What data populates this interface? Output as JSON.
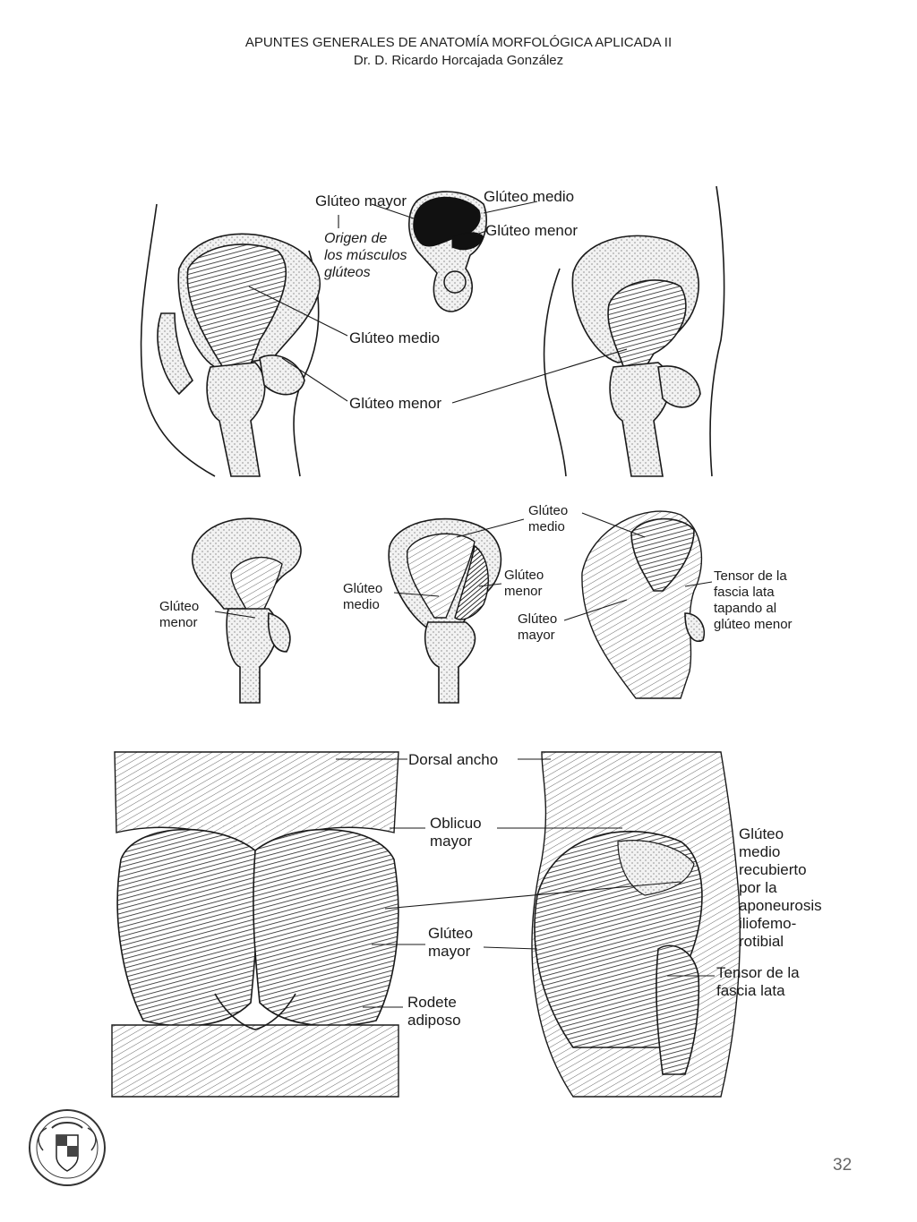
{
  "header": {
    "title": "APUNTES GENERALES DE ANATOMÍA MORFOLÓGICA APLICADA II",
    "author": "Dr. D. Ricardo Horcajada González"
  },
  "figure_top": {
    "gluteo_mayor": "Glúteo mayor",
    "origen_1": "Origen de",
    "origen_2": "los músculos",
    "origen_3": "glúteos",
    "gluteo_medio_inset": "Glúteo medio",
    "gluteo_menor_inset": "Glúteo menor",
    "gluteo_medio": "Glúteo medio",
    "gluteo_menor": "Glúteo menor"
  },
  "figure_middle": {
    "gluteo_menor_1": "Glúteo",
    "gluteo_menor_2": "menor",
    "gluteo_medio_left_1": "Glúteo",
    "gluteo_medio_left_2": "medio",
    "gluteo_medio_top_1": "Glúteo",
    "gluteo_medio_top_2": "medio",
    "gluteo_menor_mid_1": "Glúteo",
    "gluteo_menor_mid_2": "menor",
    "gluteo_mayor_1": "Glúteo",
    "gluteo_mayor_2": "mayor",
    "tensor_1": "Tensor de la",
    "tensor_2": "fascia lata",
    "tensor_3": "tapando al",
    "tensor_4": "glúteo menor"
  },
  "figure_bottom": {
    "dorsal_ancho": "Dorsal ancho",
    "oblicuo_1": "Oblicuo",
    "oblicuo_2": "mayor",
    "gluteo_mayor_1": "Glúteo",
    "gluteo_mayor_2": "mayor",
    "rodete_1": "Rodete",
    "rodete_2": "adiposo",
    "gm_rec_1": "Glúteo",
    "gm_rec_2": "medio",
    "gm_rec_3": "recubierto",
    "gm_rec_4": "por la",
    "gm_rec_5": "aponeurosis",
    "gm_rec_6": "iliofemo-",
    "gm_rec_7": "rotibial",
    "tensor_1": "Tensor de la",
    "tensor_2": "fascia lata"
  },
  "page_number": "32",
  "colors": {
    "ink": "#1a1a1a",
    "page_number": "#666666"
  },
  "icons": {
    "seal": "university-seal-icon"
  }
}
